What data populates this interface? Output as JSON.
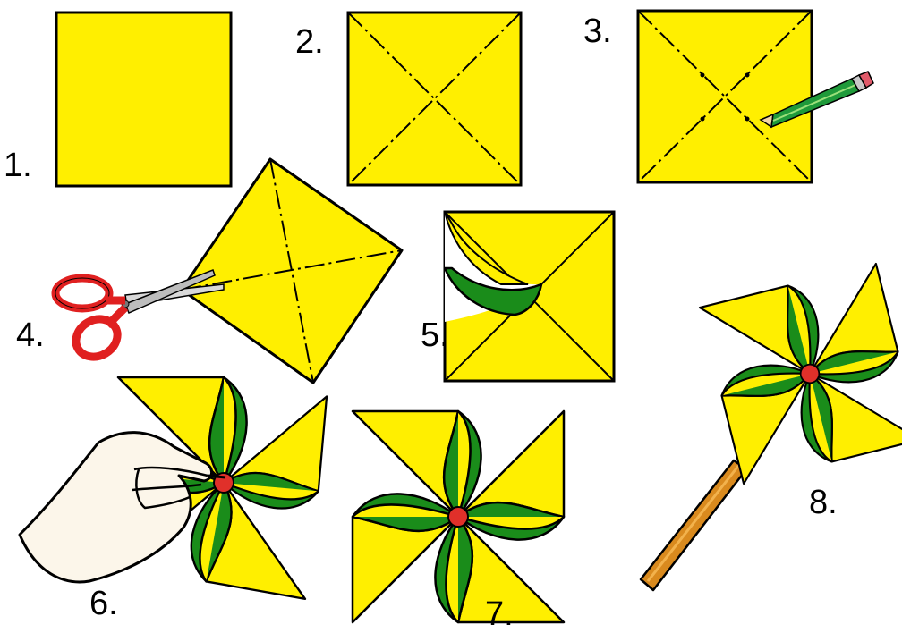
{
  "steps": [
    {
      "label": "1.",
      "description": "square"
    },
    {
      "label": "2.",
      "description": "diagonals"
    },
    {
      "label": "3.",
      "description": "mark"
    },
    {
      "label": "4.",
      "description": "cut"
    },
    {
      "label": "5.",
      "description": "fold"
    },
    {
      "label": "6.",
      "description": "pin"
    },
    {
      "label": "7.",
      "description": "pinwheel"
    },
    {
      "label": "8.",
      "description": "pinwheel on stick"
    }
  ],
  "colors": {
    "paper": "#ffef00",
    "paper_back": "#1a8c1a",
    "outline": "#000000",
    "scissor_handle": "#e02020",
    "pencil_body": "#1f9a3a",
    "stick": "#d98a1e",
    "pin_head": "#e0302a",
    "skin": "#fcf6ea"
  }
}
